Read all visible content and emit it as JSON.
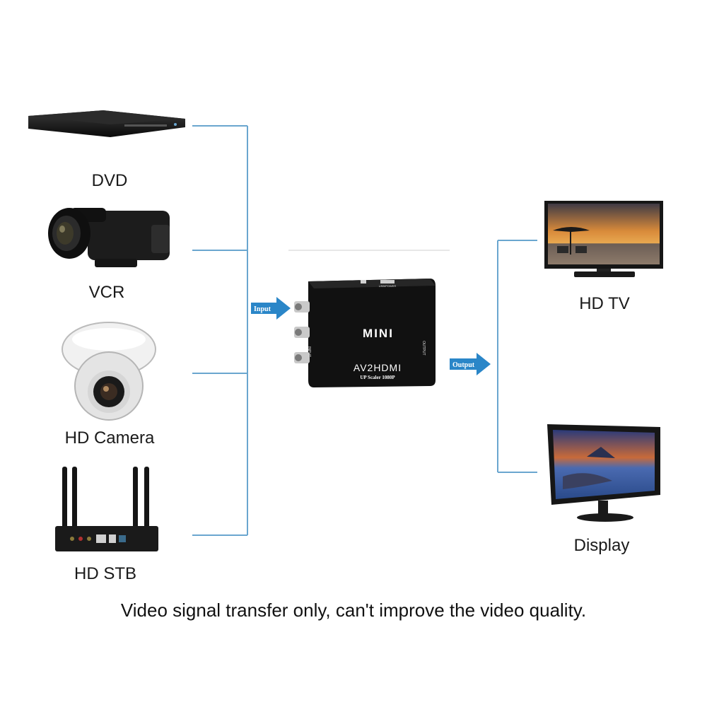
{
  "colors": {
    "line": "#6aa6cf",
    "arrow": "#2a86c8",
    "device": "#151515"
  },
  "inputs": [
    {
      "label": "DVD",
      "icon": "dvd-player-icon"
    },
    {
      "label": "VCR",
      "icon": "camcorder-icon"
    },
    {
      "label": "HD Camera",
      "icon": "dome-camera-icon"
    },
    {
      "label": "HD STB",
      "icon": "set-top-box-router-icon"
    }
  ],
  "outputs": [
    {
      "label": "HD TV",
      "icon": "hd-tv-icon"
    },
    {
      "label": "Display",
      "icon": "monitor-display-icon"
    }
  ],
  "converter": {
    "brand": "MINI",
    "model": "AV2HDMI",
    "subtitle": "UP Scaler 1080P",
    "input_port_label": "INPUT",
    "output_port_label": "OUTPUT",
    "power_label": "USB/POWER",
    "icon": "av-to-hdmi-converter-icon"
  },
  "arrows": {
    "input": "Input",
    "output": "Output"
  },
  "caption": "Video signal transfer only, can't improve the video quality."
}
